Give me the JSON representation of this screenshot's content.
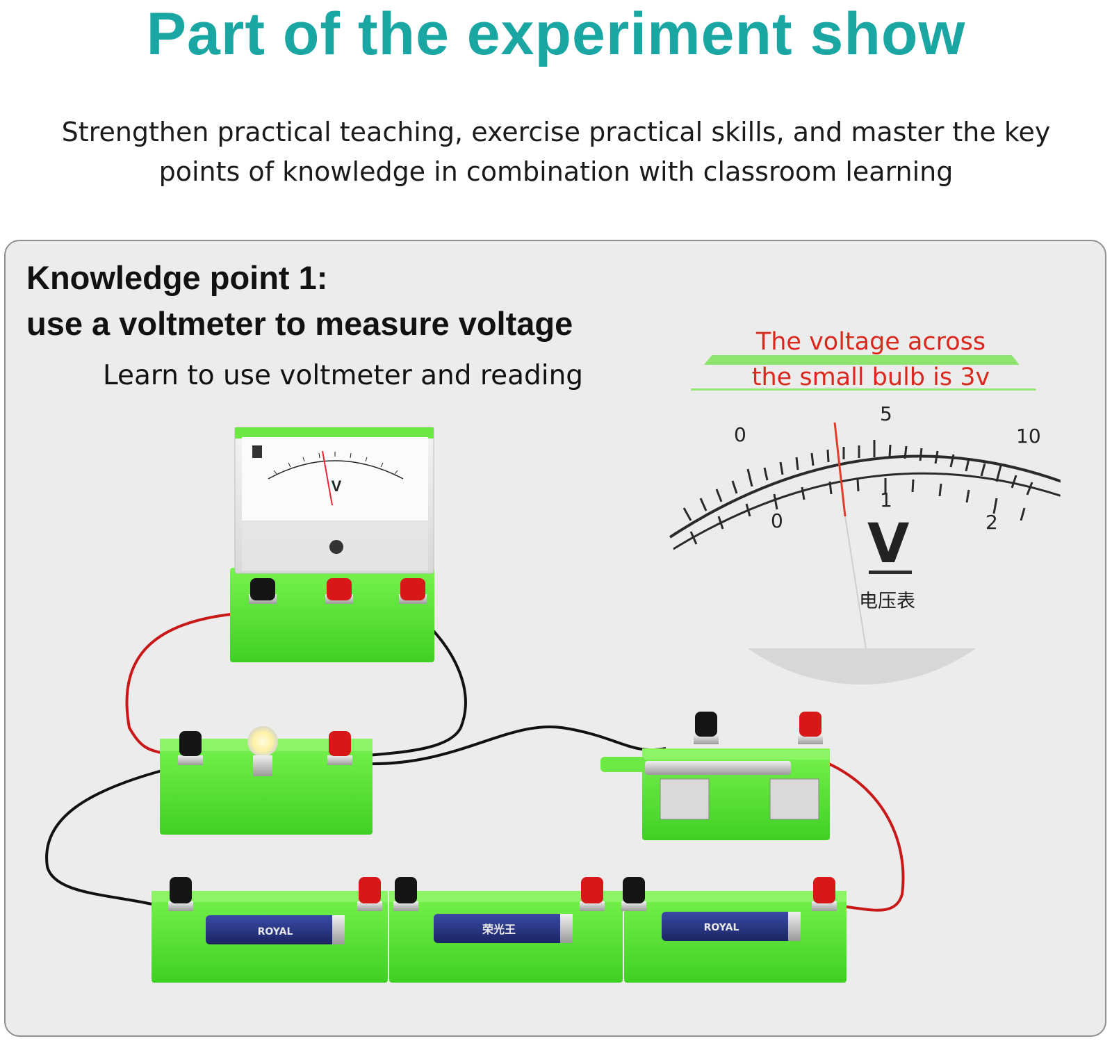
{
  "header": {
    "title": "Part of the experiment show",
    "title_color": "#1aa6a3",
    "subtitle_line1": "Strengthen practical teaching, exercise practical skills, and master the key",
    "subtitle_line2": "points of knowledge in combination with classroom learning"
  },
  "panel": {
    "title_line1": "Knowledge point 1:",
    "title_line2": "use a voltmeter to measure voltage",
    "subtitle": "Learn to use voltmeter and reading"
  },
  "zoom_view": {
    "callout_line1": "The voltage across",
    "callout_line2": "the small bulb is 3v",
    "callout_color": "#d9281d",
    "upper_scale_labels": [
      "0",
      "5",
      "10"
    ],
    "lower_scale_labels": [
      "0",
      "1",
      "2"
    ],
    "meter_symbol": "V",
    "meter_name": "电压表"
  },
  "apparatus": {
    "meter_symbol": "V",
    "battery_labels": [
      "ROYAL",
      "荣光王",
      "ROYAL"
    ],
    "colors": {
      "base_green": "#5ee83c",
      "terminal_red": "#e01818",
      "terminal_black": "#1a1a1a",
      "battery_blue": "#23317e"
    }
  }
}
